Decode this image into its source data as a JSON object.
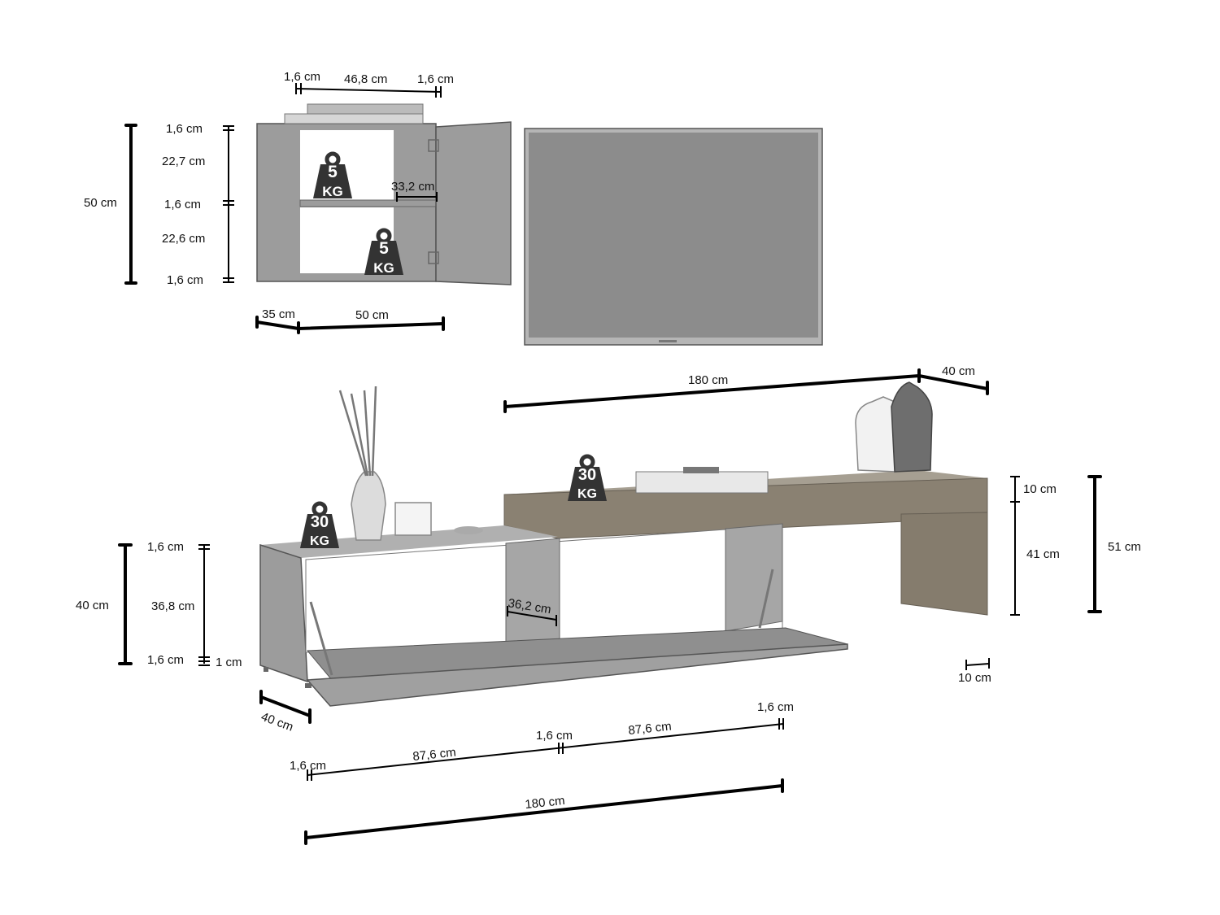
{
  "labels": {
    "wall_top_left": "1,6 cm",
    "wall_top_mid": "46,8 cm",
    "wall_top_right": "1,6 cm",
    "wall_panel_top": "1,6 cm",
    "wall_comp_upper": "22,7 cm",
    "wall_shelf": "1,6 cm",
    "wall_comp_lower": "22,6 cm",
    "wall_panel_bottom": "1,6 cm",
    "wall_height": "50 cm",
    "wall_depth": "35 cm",
    "wall_width": "50 cm",
    "wall_inner": "33,2 cm",
    "bench_length": "180 cm",
    "bench_depth": "40 cm",
    "bench_top": "10 cm",
    "bench_leg": "41 cm",
    "bench_height": "51 cm",
    "bench_leg_width": "10 cm",
    "low_panel_top": "1,6 cm",
    "low_inner": "36,8 cm",
    "low_panel_bottom": "1,6 cm",
    "low_feet": "1 cm",
    "low_height": "40 cm",
    "low_inner_depth": "36,2 cm",
    "low_depth": "40 cm",
    "low_w_left": "1,6 cm",
    "low_w_comp1": "87,6 cm",
    "low_w_divider": "1,6 cm",
    "low_w_comp2": "87,6 cm",
    "low_w_right": "1,6 cm",
    "low_total": "180 cm"
  },
  "weights": {
    "wall_upper": {
      "value": "5",
      "unit": "KG"
    },
    "wall_lower": {
      "value": "5",
      "unit": "KG"
    },
    "bench": {
      "value": "30",
      "unit": "KG"
    },
    "low": {
      "value": "30",
      "unit": "KG"
    }
  },
  "colors": {
    "wood": "#8a8172",
    "panel": "#9c9c9c",
    "interior": "#ffffff",
    "screen": "#8c8c8c",
    "badge": "#333333"
  }
}
